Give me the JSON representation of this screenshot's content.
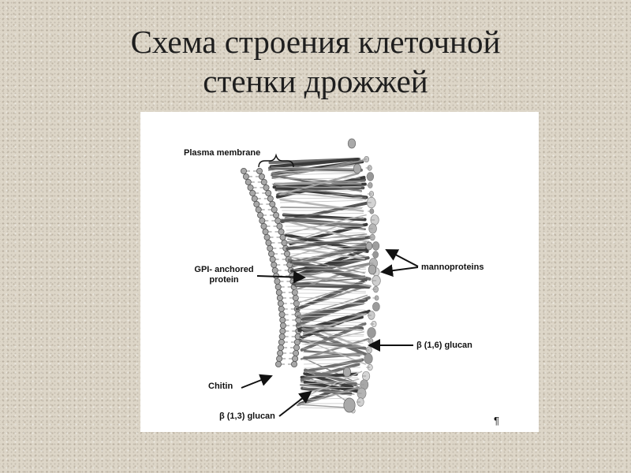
{
  "slide": {
    "title_line1": "Схема строения клеточной",
    "title_line2": "стенки дрожжей"
  },
  "diagram": {
    "labels": {
      "plasma_membrane": "Plasma membrane",
      "gpi_line1": "GPI- anchored",
      "gpi_line2": "protein",
      "mannoproteins": "mannoproteins",
      "beta16": "β (1,6) glucan",
      "chitin": "Chitin",
      "beta13": "β (1,3) glucan"
    },
    "mark": "¶"
  }
}
